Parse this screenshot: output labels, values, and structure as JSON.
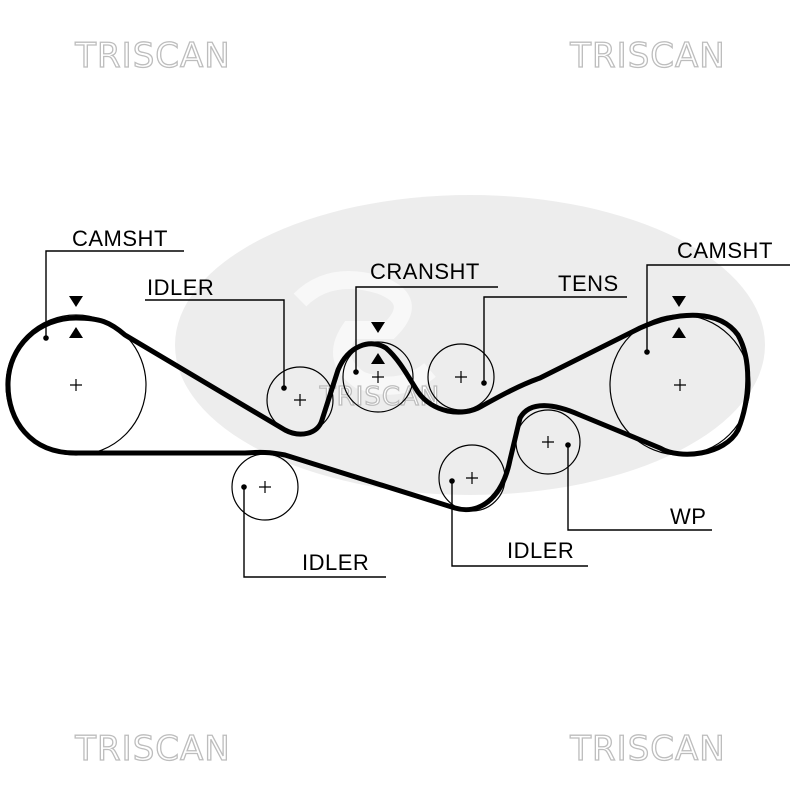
{
  "watermarks": [
    {
      "text": "TRISCAN"
    },
    {
      "text": "TRISCAN"
    },
    {
      "text": "TRISCAN"
    },
    {
      "text": "TRISCAN"
    },
    {
      "text": "TRISCAN"
    }
  ],
  "labels": {
    "camshaft_left": "CAMSHT",
    "camshaft_right": "CAMSHT",
    "crankshaft": "CRANSHT",
    "tensioner": "TENS",
    "idler_top": "IDLER",
    "idler_bottom_left": "IDLER",
    "idler_bottom_right": "IDLER",
    "water_pump": "WP"
  },
  "logo": {
    "shape": "gates-logo",
    "color": "#e6e6e6"
  },
  "belt_color": "#000000"
}
